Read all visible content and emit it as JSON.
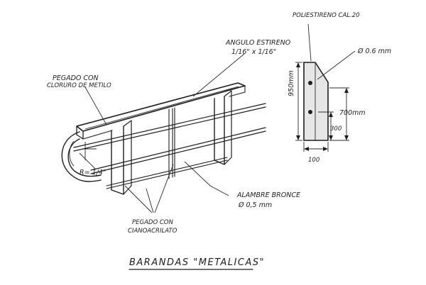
{
  "drawing": {
    "title": "BARANDAS \"METALICAS\"",
    "labels": {
      "pegado_cloruro_1": "PEGADO CON",
      "pegado_cloruro_2": "CLORURO DE METILO",
      "angulo_1": "ANGULO ESTIRENO",
      "angulo_2": "1/16\" x 1/16\"",
      "radius": "R= 1/4\"",
      "pegado_ciano_1": "PEGADO CON",
      "pegado_ciano_2": "CIANOACRILATO",
      "alambre_1": "ALAMBRE BRONCE",
      "alambre_2": "Ø 0,5 mm"
    },
    "detail": {
      "material": "POLIESTIRENO CAL.20",
      "hole": "Ø 0.6 mm",
      "dim_height_total": "950mm",
      "dim_height_top": "700mm",
      "dim_height_low": "300",
      "dim_width": "100"
    }
  },
  "colors": {
    "ink": "#1e1e1e",
    "paper": "#ffffff",
    "post_fill": "#e6e6e6"
  }
}
